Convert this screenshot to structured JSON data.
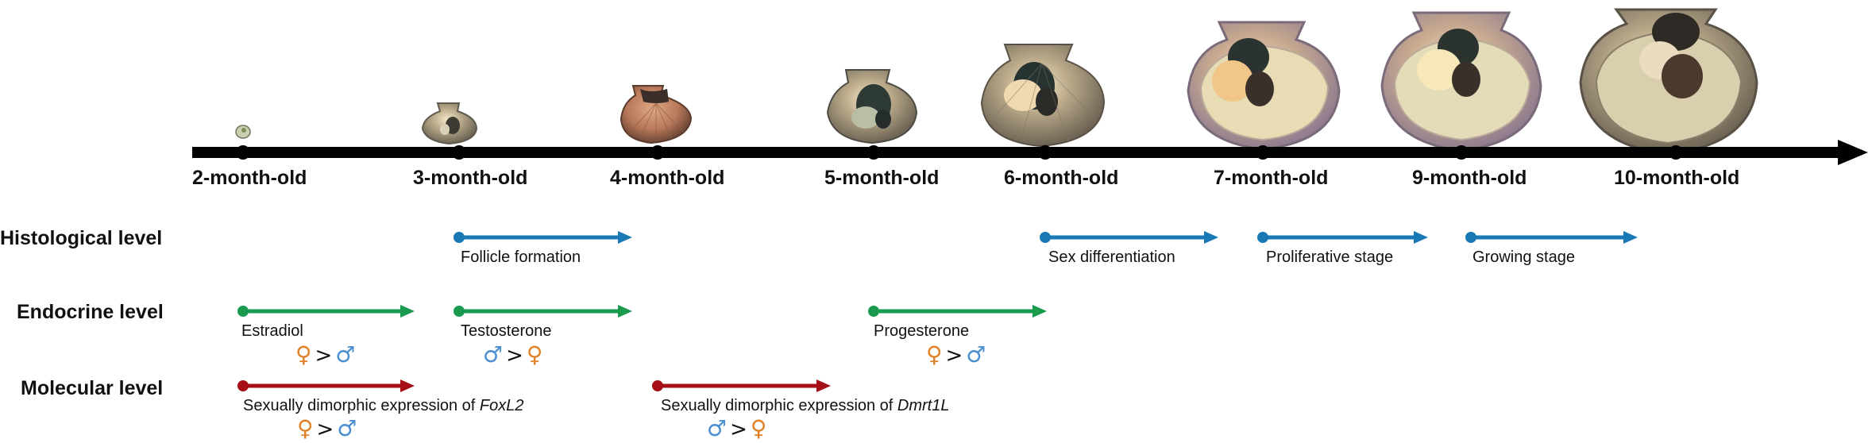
{
  "colors": {
    "timeline": "#000000",
    "histological": "#1a78b4",
    "endocrine": "#1a9a4e",
    "molecular": "#a50f15",
    "female_symbol": "#e0822a",
    "male_symbol": "#4b8fd0"
  },
  "timeline": {
    "stages": [
      {
        "label": "2-month-old"
      },
      {
        "label": "3-month-old"
      },
      {
        "label": "4-month-old"
      },
      {
        "label": "5-month-old"
      },
      {
        "label": "6-month-old"
      },
      {
        "label": "7-month-old"
      },
      {
        "label": "9-month-old"
      },
      {
        "label": "10-month-old"
      }
    ]
  },
  "levels": {
    "histological": "Histological level",
    "endocrine": "Endocrine level",
    "molecular": "Molecular level"
  },
  "events": {
    "histological": [
      {
        "label": "Follicle formation"
      },
      {
        "label": "Sex differentiation"
      },
      {
        "label": "Proliferative stage"
      },
      {
        "label": "Growing stage"
      }
    ],
    "endocrine": [
      {
        "label": "Estradiol",
        "female_symbol": "♀",
        "relation": ">",
        "male_symbol": "♂"
      },
      {
        "label": "Testosterone",
        "male_symbol": "♂",
        "relation": ">",
        "female_symbol": "♀"
      },
      {
        "label": "Progesterone",
        "female_symbol": "♀",
        "relation": ">",
        "male_symbol": "♂"
      }
    ],
    "molecular": [
      {
        "label_prefix": "Sexually dimorphic expression of ",
        "gene": "FoxL2",
        "female_symbol": "♀",
        "relation": ">",
        "male_symbol": "♂"
      },
      {
        "label_prefix": "Sexually dimorphic expression of ",
        "gene": "Dmrt1L",
        "male_symbol": "♂",
        "relation": ">",
        "female_symbol": "♀"
      }
    ]
  }
}
